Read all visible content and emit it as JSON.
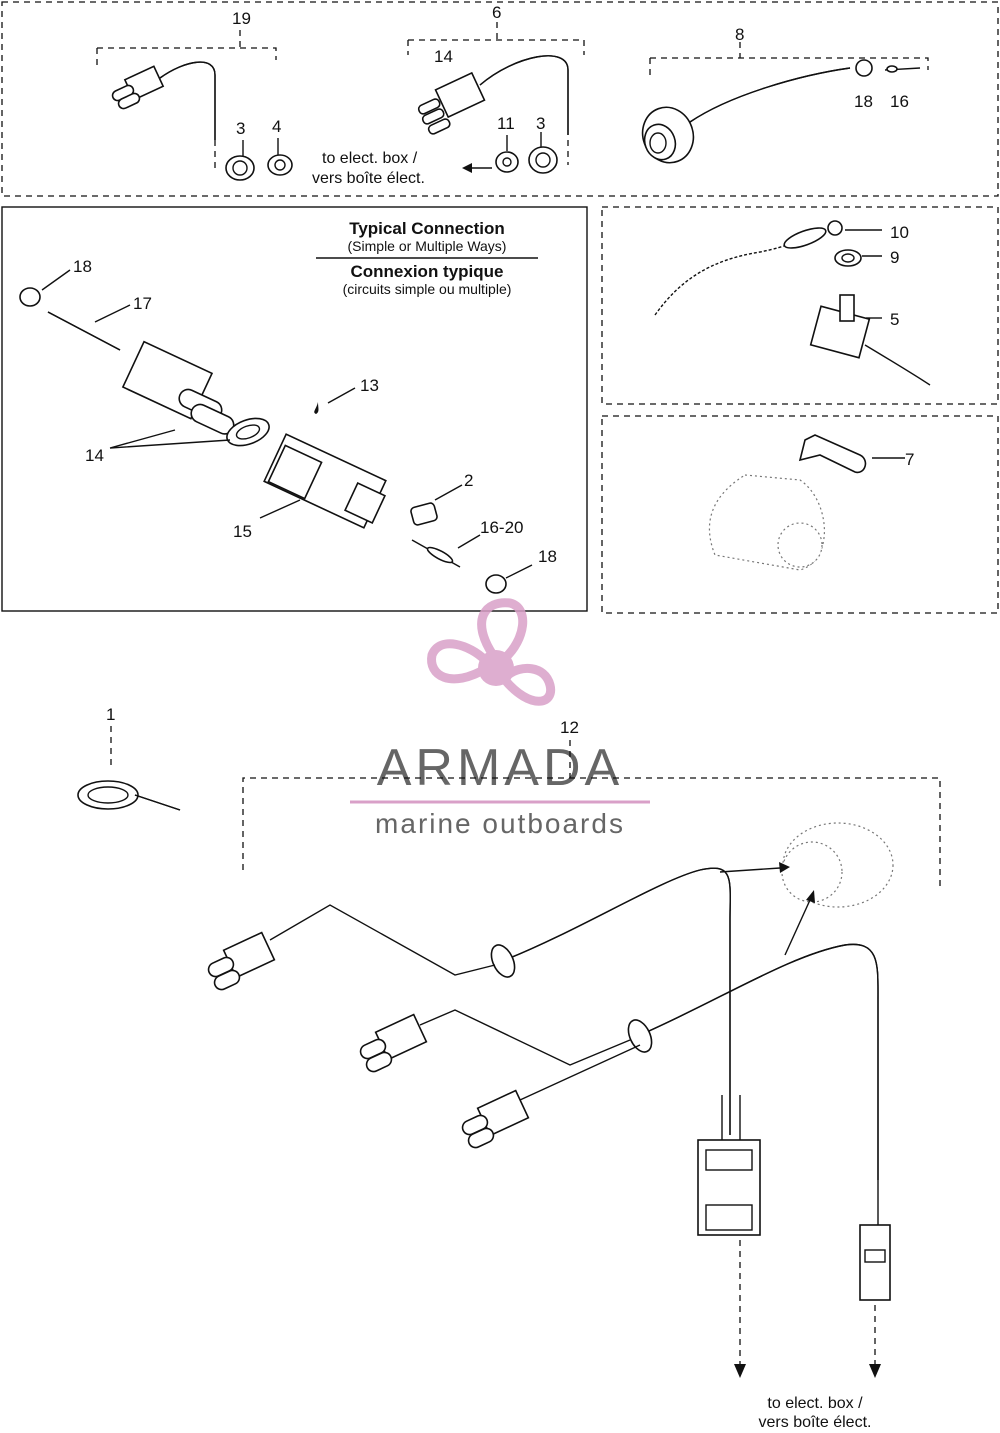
{
  "callouts": {
    "c1": "1",
    "c2": "2",
    "c3a": "3",
    "c3b": "3",
    "c4": "4",
    "c5": "5",
    "c6": "6",
    "c7": "7",
    "c8": "8",
    "c9": "9",
    "c10": "10",
    "c11": "11",
    "c12": "12",
    "c13": "13",
    "c14a": "14",
    "c14b": "14",
    "c15": "15",
    "c16": "16",
    "c16_20": "16-20",
    "c17": "17",
    "c18a": "18",
    "c18b": "18",
    "c18c": "18",
    "c19": "19"
  },
  "notes": {
    "to_box_line1": "to elect. box /",
    "to_box_line2": "vers boîte élect.",
    "bottom_line1": "to elect. box /",
    "bottom_line2": "vers boîte élect."
  },
  "typical": {
    "title_en": "Typical Connection",
    "sub_en": "(Simple or Multiple Ways)",
    "title_fr": "Connexion typique",
    "sub_fr": "(circuits simple ou multiple)"
  },
  "watermark": {
    "brand": "ARMADA",
    "tagline": "marine outboards",
    "color": "#d9a0c8"
  }
}
